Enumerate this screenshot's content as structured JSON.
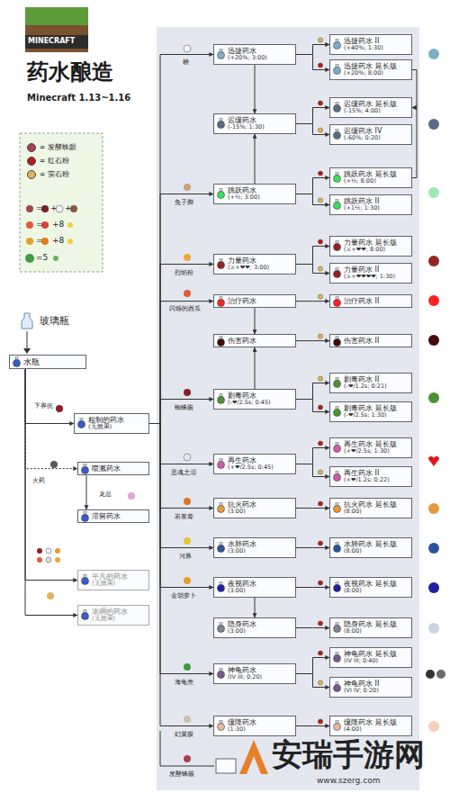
{
  "diagram": {
    "title": "药水酿造",
    "nodes": [
      {
        "text": [
          "水瓶"
        ]
      },
      {
        "text": [
          "粗制的药水",
          "(无效果)"
        ]
      },
      {
        "text": [
          "喷溅药水"
        ]
      },
      {
        "text": [
          "滞留药水"
        ]
      },
      {
        "text": [
          "平凡的药水",
          "(无效果)"
        ]
      },
      {
        "text": [
          "浓稠的药水",
          "(无效果)"
        ]
      },
      {
        "text": [
          "迅捷药水",
          "(+20%; 3:00)"
        ]
      },
      {
        "text": [
          "迅捷药水 II",
          "(+40%; 1:30)"
        ]
      },
      {
        "text": [
          "迅捷药水 延长版",
          "(+20%; 8:00)"
        ]
      },
      {
        "text": [
          "迟缓药水",
          "(-15%; 1:30)"
        ]
      },
      {
        "text": [
          "迟缓药水 延长版",
          "(-15%; 4:00)"
        ]
      },
      {
        "text": [
          "迟缓药水 IV",
          "(-60%; 0:20)"
        ]
      },
      {
        "text": [
          "跳跃药水",
          "(+½; 3:00)"
        ]
      },
      {
        "text": [
          "跳跃药水 延长版",
          "(+½; 8:00)"
        ]
      },
      {
        "text": [
          "跳跃药水 II",
          "(+1½; 1:30)"
        ]
      },
      {
        "text": [
          "力量药水",
          "(⚔+❤❤; 3:00)"
        ]
      },
      {
        "text": [
          "力量药水 延长版",
          "(⚔+❤❤; 8:00)"
        ]
      },
      {
        "text": [
          "力量药水 II",
          "(⚔+❤❤❤❤; 1:30)"
        ]
      },
      {
        "text": [
          "治疗药水"
        ]
      },
      {
        "text": [
          "治疗药水 II"
        ]
      },
      {
        "text": [
          "伤害药水"
        ]
      },
      {
        "text": [
          "伤害药水 II"
        ]
      },
      {
        "text": [
          "剧毒药水",
          "(-❤/2.5s; 0:45)"
        ]
      },
      {
        "text": [
          "剧毒药水 II",
          "(-❤/1.2s; 0:21)"
        ]
      },
      {
        "text": [
          "剧毒药水 延长版",
          "(-❤/2.5s; 1:30)"
        ]
      },
      {
        "text": [
          "再生药水",
          "(+❤/2.5s; 0:45)"
        ]
      },
      {
        "text": [
          "再生药水 延长版",
          "(+❤/2.5s; 1:30)"
        ]
      },
      {
        "text": [
          "再生药水 II",
          "(+❤/1.2s; 0:22)"
        ]
      },
      {
        "text": [
          "抗火药水",
          "(3:00)"
        ]
      },
      {
        "text": [
          "抗火药水 延长版",
          "(8:00)"
        ]
      },
      {
        "text": [
          "水肺药水",
          "(3:00)"
        ]
      },
      {
        "text": [
          "水肺药水 延长版",
          "(8:00)"
        ]
      },
      {
        "text": [
          "夜视药水",
          "(3:00)"
        ]
      },
      {
        "text": [
          "夜视药水 延长版",
          "(8:00)"
        ]
      },
      {
        "text": [
          "隐身药水",
          "(3:00)"
        ]
      },
      {
        "text": [
          "隐身药水 延长版",
          "(8:00)"
        ]
      },
      {
        "text": [
          "神龟药水",
          "(IV III; 0:20)"
        ]
      },
      {
        "text": [
          "神龟药水 延长版",
          "(IV III; 0:40)"
        ]
      },
      {
        "text": [
          "神龟药水 II",
          "(VI IV; 0:20)"
        ]
      },
      {
        "text": [
          "缓降药水",
          "(1:30)"
        ]
      },
      {
        "text": [
          "缓降药水 延长版",
          "(4:00)"
        ]
      }
    ],
    "edges": [
      {
        "from": 0,
        "to": 1,
        "arrow": "to"
      },
      {
        "from": 0,
        "to": 2,
        "arrow": "to"
      },
      {
        "from": 2,
        "to": 3,
        "arrow": "to"
      },
      {
        "from": 0,
        "to": 4,
        "arrow": "to"
      },
      {
        "from": 0,
        "to": 5,
        "arrow": "to"
      },
      {
        "from": 1,
        "to": 6,
        "arrow": "to"
      },
      {
        "from": 1,
        "to": 12,
        "arrow": "to"
      },
      {
        "from": 1,
        "to": 15,
        "arrow": "to"
      },
      {
        "from": 1,
        "to": 18,
        "arrow": "to"
      },
      {
        "from": 1,
        "to": 22,
        "arrow": "to"
      },
      {
        "from": 1,
        "to": 25,
        "arrow": "to"
      },
      {
        "from": 1,
        "to": 28,
        "arrow": "to"
      },
      {
        "from": 1,
        "to": 30,
        "arrow": "to"
      },
      {
        "from": 1,
        "to": 32,
        "arrow": "to"
      },
      {
        "from": 1,
        "to": 36,
        "arrow": "to"
      },
      {
        "from": 1,
        "to": 39,
        "arrow": "to"
      },
      {
        "from": 6,
        "to": 7,
        "arrow": "to"
      },
      {
        "from": 6,
        "to": 8,
        "arrow": "to"
      },
      {
        "from": 9,
        "to": 10,
        "arrow": "to"
      },
      {
        "from": 9,
        "to": 11,
        "arrow": "to"
      },
      {
        "from": 12,
        "to": 13,
        "arrow": "to"
      },
      {
        "from": 12,
        "to": 14,
        "arrow": "to"
      },
      {
        "from": 15,
        "to": 16,
        "arrow": "to"
      },
      {
        "from": 15,
        "to": 17,
        "arrow": "to"
      },
      {
        "from": 18,
        "to": 19,
        "arrow": "to"
      },
      {
        "from": 20,
        "to": 21,
        "arrow": "to"
      },
      {
        "from": 22,
        "to": 23,
        "arrow": "to"
      },
      {
        "from": 22,
        "to": 24,
        "arrow": "to"
      },
      {
        "from": 25,
        "to": 26,
        "arrow": "to"
      },
      {
        "from": 25,
        "to": 27,
        "arrow": "to"
      },
      {
        "from": 28,
        "to": 29,
        "arrow": "to"
      },
      {
        "from": 30,
        "to": 31,
        "arrow": "to"
      },
      {
        "from": 32,
        "to": 33,
        "arrow": "to"
      },
      {
        "from": 34,
        "to": 35,
        "arrow": "to"
      },
      {
        "from": 36,
        "to": 37,
        "arrow": "to"
      },
      {
        "from": 36,
        "to": 38,
        "arrow": "to"
      },
      {
        "from": 39,
        "to": 40,
        "arrow": "to"
      },
      {
        "from": 6,
        "to": 9,
        "arrow": "to"
      },
      {
        "from": 12,
        "to": 9,
        "arrow": "to"
      },
      {
        "from": 18,
        "to": 20,
        "arrow": "to"
      },
      {
        "from": 22,
        "to": 20,
        "arrow": "to"
      },
      {
        "from": 32,
        "to": 34,
        "arrow": "to"
      },
      {
        "from": 8,
        "to": 10,
        "arrow": "to"
      },
      {
        "from": 13,
        "to": 10,
        "arrow": "to"
      }
    ],
    "labels": [
      "MINECRAFT",
      "Minecraft 1.13~1.16",
      "=",
      "+",
      "+",
      "=",
      "+8",
      "=",
      "+8",
      "=5",
      "玻璃瓶",
      "下界疣",
      "火药",
      "龙息",
      "糖",
      "兔子脚",
      "烈焰粉",
      "闪烁的西瓜",
      "蜘蛛眼",
      "恶魂之泪",
      "岩浆膏",
      "河豚",
      "金胡萝卜",
      "海龟壳",
      "幻翼膜",
      "发酵蛛眼",
      "安瑞手游网",
      "www.szerg.com"
    ],
    "legend": [
      {
        "text": "= 发酵蛛眼",
        "color": "#a8404e"
      },
      {
        "text": "= 红石粉",
        "color": "#b81818"
      },
      {
        "text": "= 萤石粉",
        "color": "#e0b45a"
      }
    ]
  }
}
